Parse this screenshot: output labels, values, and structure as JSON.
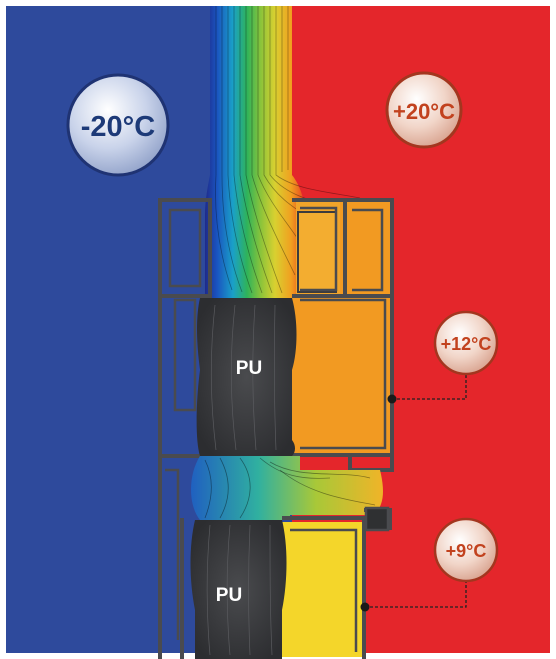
{
  "temperatures": {
    "outside": "-20°C",
    "inside": "+20°C",
    "frame_surface": "+12°C",
    "sash_surface": "+9°C"
  },
  "insulation": {
    "upper_label": "PU",
    "lower_label": "PU"
  },
  "colors": {
    "cold_side": "#2e4a9c",
    "warm_side": "#e4262b",
    "frame_orange": "#f29a22",
    "sash_yellow": "#f4d62a",
    "profile_gray": "#4a4b4f",
    "insulation_dark": "#3a3b3e",
    "badge_cold_text": "#1d3a78",
    "badge_warm_text": "#c2421e"
  }
}
